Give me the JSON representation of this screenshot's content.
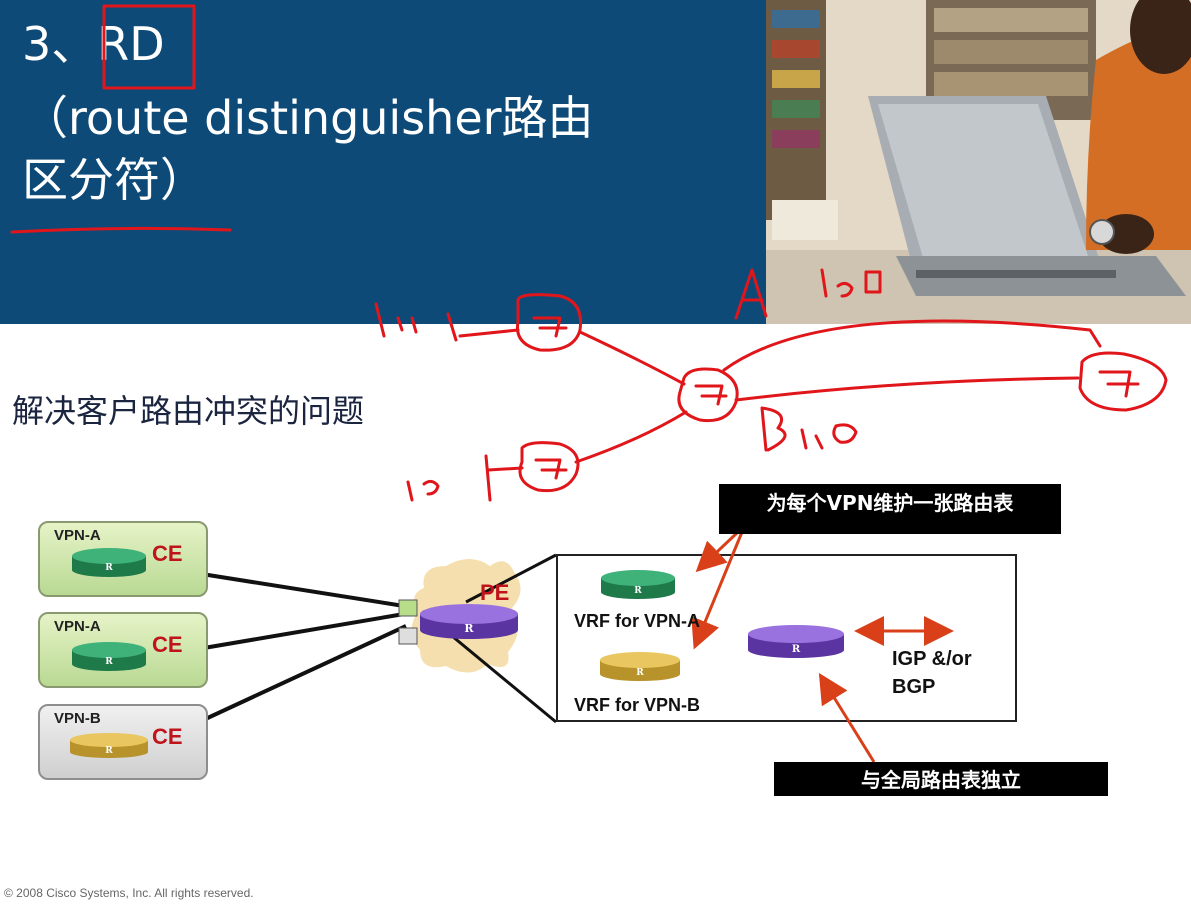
{
  "slide": {
    "title_line1": "3、RD",
    "title_line2": "（route distinguisher路由",
    "title_line3": "区分符）",
    "subtitle": "解决客户路由冲突的问题"
  },
  "diagram": {
    "sites": [
      {
        "vpn": "VPN-A",
        "ce": "CE"
      },
      {
        "vpn": "VPN-A",
        "ce": "CE"
      },
      {
        "vpn": "VPN-B",
        "ce": "CE"
      }
    ],
    "pe_label": "PE",
    "vrf_a_label": "VRF for VPN-A",
    "vrf_b_label": "VRF for VPN-B",
    "igp_label_line1": "IGP &/or",
    "igp_label_line2": "BGP",
    "router_glyph": "R",
    "callout_top": "为每个VPN维护一张路由表",
    "callout_bottom": "与全局路由表独立"
  },
  "colors": {
    "banner": "#0d4a78",
    "ce_label": "#c0141c",
    "annotation_red": "#e0161b",
    "arrow_red": "#d9401a",
    "router_green": "#2e9a63",
    "router_gold": "#d6b13c",
    "router_purple": "#7b4fc4"
  },
  "footer": {
    "copyright": "© 2008 Cisco Systems, Inc. All rights reserved."
  }
}
